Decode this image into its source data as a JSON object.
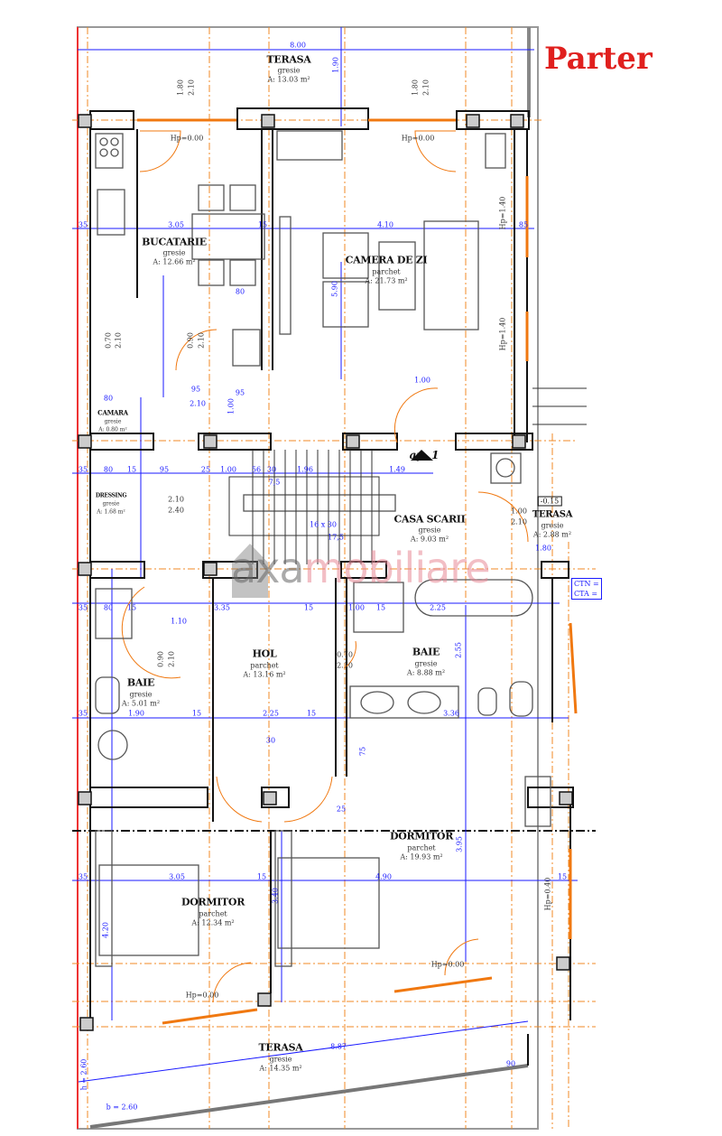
{
  "title": "Parter",
  "watermark": {
    "part1": "axa",
    "part2": "mobiliare"
  },
  "rooms": {
    "terasa_top": {
      "name": "TERASA",
      "floor": "gresie",
      "area": "A: 13.03 m²"
    },
    "bucatarie": {
      "name": "BUCATARIE",
      "floor": "gresie",
      "area": "A: 12.66 m²"
    },
    "camera_de_zi": {
      "name": "CAMERA DE ZI",
      "floor": "parchet",
      "area": "A: 21.73 m²"
    },
    "camara": {
      "name": "CAMARA",
      "floor": "gresie",
      "area": "A: 0.80 m²"
    },
    "dressing": {
      "name": "DRESSING",
      "floor": "gresie",
      "area": "A: 1.68 m²"
    },
    "casa_scarii": {
      "name": "CASA SCARII",
      "floor": "gresie",
      "area": "A: 9.03 m²"
    },
    "terasa_right": {
      "name": "TERASA",
      "floor": "gresie",
      "area": "A: 2.88 m²"
    },
    "hol": {
      "name": "HOL",
      "floor": "parchet",
      "area": "A: 13.16 m²"
    },
    "baie_left": {
      "name": "BAIE",
      "floor": "gresie",
      "area": "A: 5.01 m²"
    },
    "baie_right": {
      "name": "BAIE",
      "floor": "gresie",
      "area": "A: 8.88 m²"
    },
    "dormitor_right": {
      "name": "DORMITOR",
      "floor": "parchet",
      "area": "A: 19.93 m²"
    },
    "dormitor_left": {
      "name": "DORMITOR",
      "floor": "parchet",
      "area": "A: 12.34 m²"
    },
    "terasa_bottom": {
      "name": "TERASA",
      "floor": "gresie",
      "area": "A: 14.35 m²"
    }
  },
  "apartment_label": "ap. 1",
  "level_marker": "-0.15",
  "ctn_label": "CTN =",
  "cta_label": "CTA =",
  "dims": [
    "8.00",
    "1.90",
    "1.80",
    "2.10",
    "1.80",
    "2.10",
    "Hp=0.00",
    "Hp=0.00",
    "35",
    "3.05",
    "15",
    "4.10",
    "85",
    "80",
    "Hp=1.40",
    "Hp=1.40",
    "0.70",
    "2.10",
    "0.90",
    "2.10",
    "80",
    "95",
    "2.10",
    "95",
    "1.00",
    "1.00",
    "35",
    "80",
    "15",
    "95",
    "25",
    "1.00",
    "56",
    "30",
    "1.96",
    "1.49",
    "7,5",
    "2.10",
    "2.40",
    "16 x 30",
    "17,5",
    "1.00",
    "2.10",
    "1.80",
    "35",
    "80",
    "15",
    "3.35",
    "15",
    "1.00",
    "15",
    "2.25",
    "1.10",
    "0.70",
    "2.10",
    "0.90",
    "2.10",
    "35",
    "1.90",
    "15",
    "2.25",
    "15",
    "3.36",
    "30",
    "75",
    "25",
    "35",
    "3.05",
    "15",
    "4.90",
    "15",
    "Hp=0.00",
    "Hp=0.00",
    "Hp=0.40",
    "8.87",
    "b = 2.60",
    "h = 2.60",
    "90",
    "3.95",
    "2.55",
    "5.90",
    "4.20",
    "3.40"
  ]
}
